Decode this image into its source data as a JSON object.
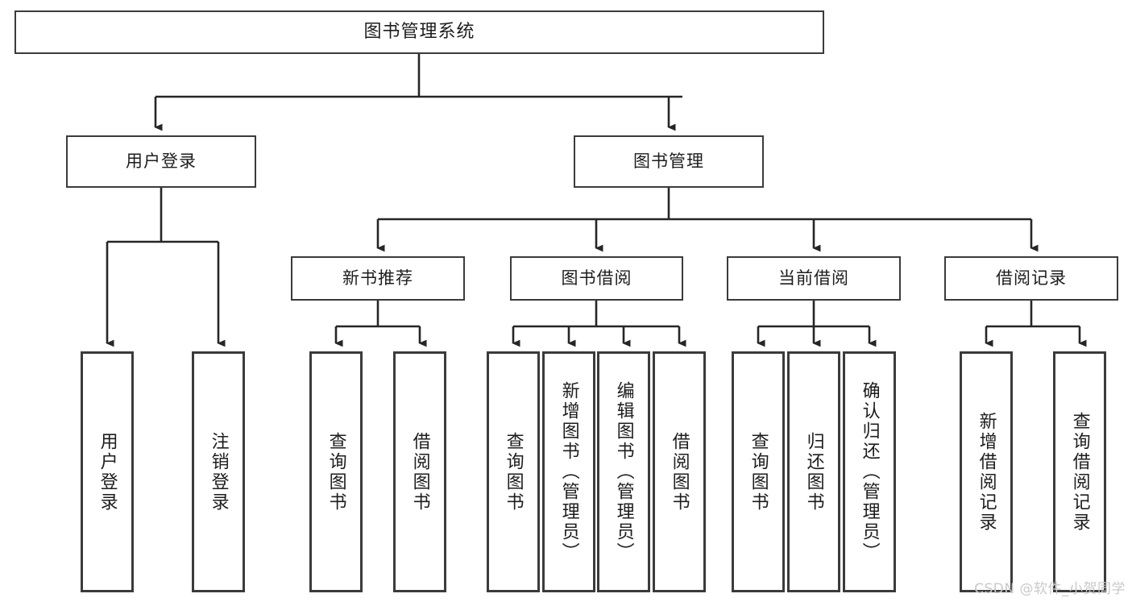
{
  "diagram": {
    "type": "tree",
    "title": "图书管理系统",
    "orientation": "top-down",
    "colors": {
      "box_border": "#3b3b3b",
      "box_fill": "#ffffff",
      "connector": "#262626",
      "text": "#1a1a1a",
      "watermark": "#c9c9c9"
    }
  },
  "nodes": {
    "root": {
      "label": "图书管理系统"
    },
    "level2": [
      {
        "label": "用户登录"
      },
      {
        "label": "图书管理"
      }
    ],
    "level3": [
      {
        "label": "新书推荐"
      },
      {
        "label": "图书借阅"
      },
      {
        "label": "当前借阅"
      },
      {
        "label": "借阅记录"
      }
    ],
    "leaves": {
      "user_login": [
        {
          "label": "用户登录"
        },
        {
          "label": "注销登录"
        }
      ],
      "new_book_recommend": [
        {
          "label": "查询图书"
        },
        {
          "label": "借阅图书"
        }
      ],
      "book_borrow": [
        {
          "label": "查询图书"
        },
        {
          "label": "新增图书（管理员）"
        },
        {
          "label": "编辑图书（管理员）"
        },
        {
          "label": "借阅图书"
        }
      ],
      "current_borrow": [
        {
          "label": "查询图书"
        },
        {
          "label": "归还图书"
        },
        {
          "label": "确认归还（管理员）"
        }
      ],
      "borrow_record": [
        {
          "label": "新增借阅记录"
        },
        {
          "label": "查询借阅记录"
        }
      ]
    }
  },
  "watermark": {
    "text": "CSDN @软件_小贺同学"
  }
}
